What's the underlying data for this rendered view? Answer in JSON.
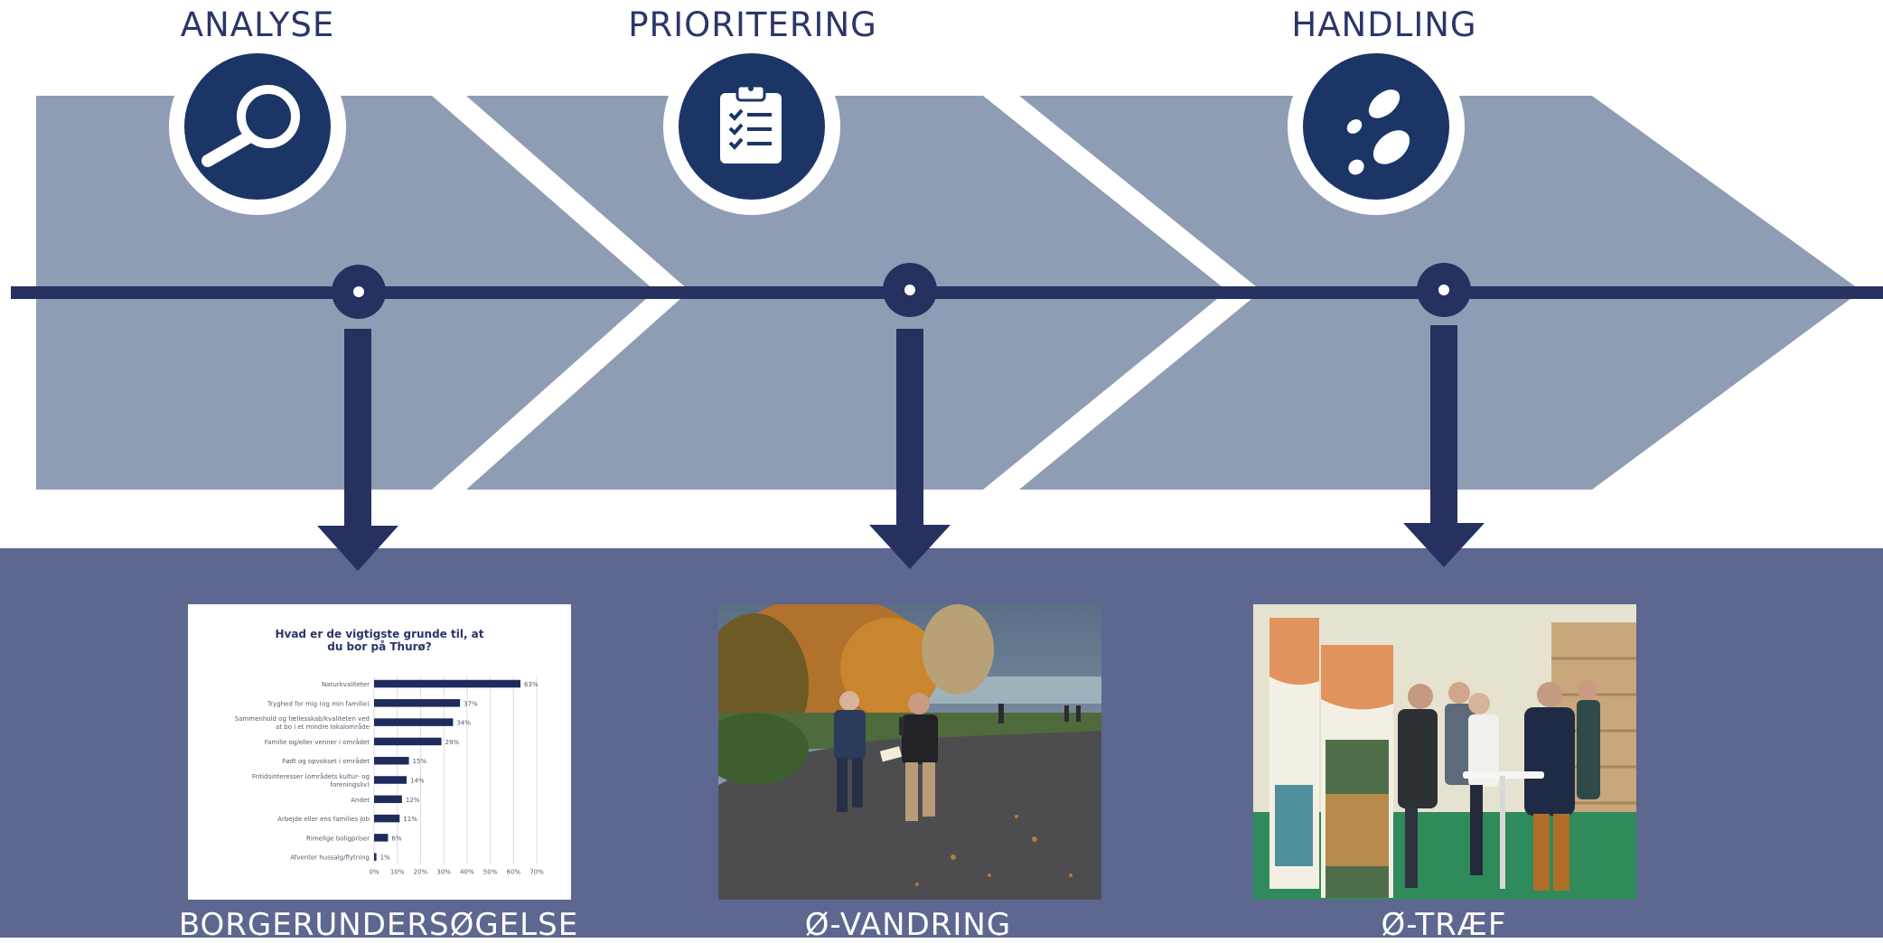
{
  "stages": [
    {
      "title": "ANALYSE",
      "icon": "magnifier-icon",
      "caption": "BORGERUNDERSØGELSE"
    },
    {
      "title": "PRIORITERING",
      "icon": "clipboard-checklist-icon",
      "caption": "Ø-VANDRING"
    },
    {
      "title": "HANDLING",
      "icon": "footprints-icon",
      "caption": "Ø-TRÆF"
    }
  ],
  "colors": {
    "navy": "#1b3566",
    "arrow_fill": "#8e9db4",
    "bottom_band": "#5d6790",
    "timeline": "#263160"
  },
  "chart_data": {
    "type": "bar",
    "orientation": "horizontal",
    "title_lines": [
      "Hvad er de vigtigste grunde til, at",
      "du bor på Thurø?"
    ],
    "categories": [
      "Naturkvaliteter",
      "Tryghed for mig (og min familie)",
      "Sammenhold og fællesskab/kvaliteten ved at bo i et mindre lokalområde",
      "Familie og/eller venner i området",
      "Født og opvokset i området",
      "Fritidsinteresser (områdets kultur- og foreningsliv)",
      "Andet",
      "Arbejde eller ens families job",
      "Rimelige boligpriser",
      "Afventer hussalg/flytning"
    ],
    "category_lines": [
      [
        "Naturkvaliteter"
      ],
      [
        "Tryghed for mig (og min familie)"
      ],
      [
        "Sammenhold og fællesskab/kvaliteten ved",
        "at bo i et mindre lokalområde"
      ],
      [
        "Familie og/eller venner i området"
      ],
      [
        "Født og opvokset i området"
      ],
      [
        "Fritidsinteresser (områdets kultur- og",
        "foreningsliv)"
      ],
      [
        "Andet"
      ],
      [
        "Arbejde eller ens families job"
      ],
      [
        "Rimelige boligpriser"
      ],
      [
        "Afventer hussalg/flytning"
      ]
    ],
    "values": [
      63,
      37,
      34,
      29,
      15,
      14,
      12,
      11,
      6,
      1
    ],
    "value_labels": [
      "63%",
      "37%",
      "34%",
      "29%",
      "15%",
      "14%",
      "12%",
      "11%",
      "6%",
      "1%"
    ],
    "xlim": [
      0,
      70
    ],
    "xticks": [
      "0%",
      "10%",
      "20%",
      "30%",
      "40%",
      "50%",
      "60%",
      "70%"
    ],
    "grid": true,
    "bar_color": "#1f2b5a"
  }
}
